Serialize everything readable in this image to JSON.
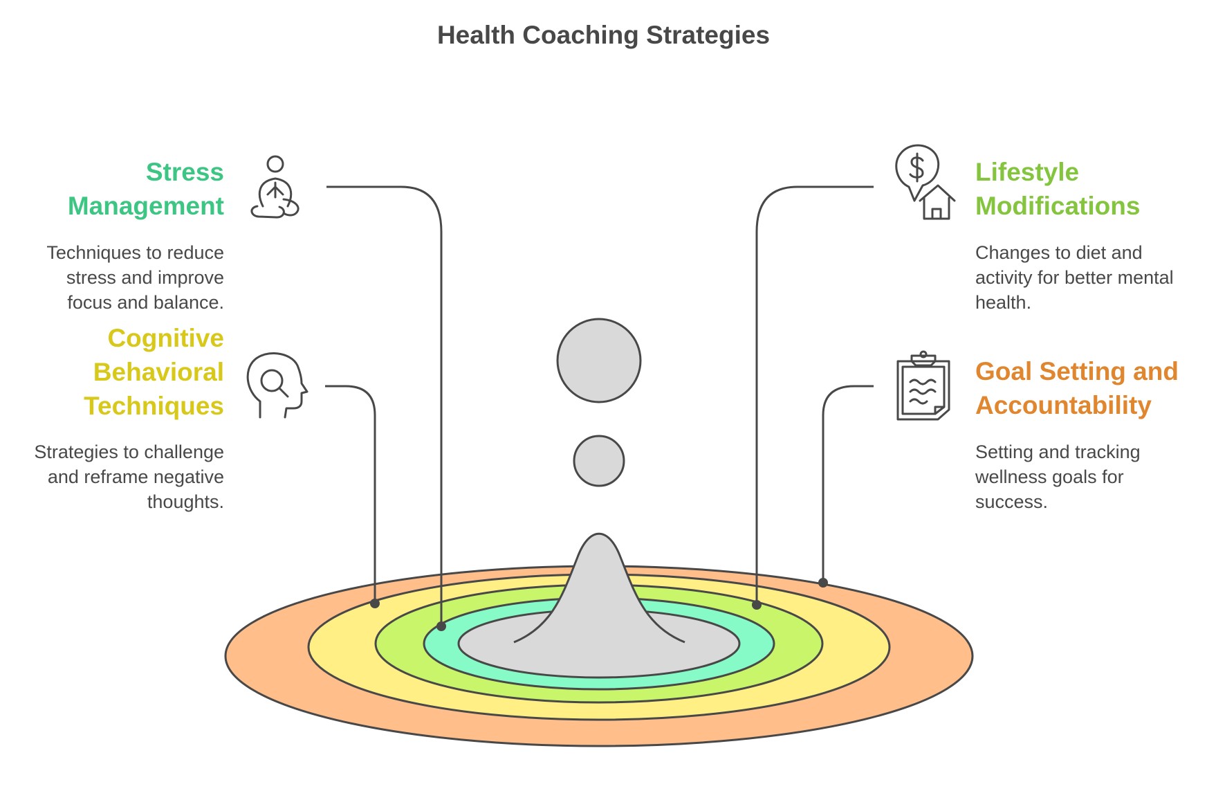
{
  "title": "Health Coaching Strategies",
  "colors": {
    "stroke": "#484848",
    "ring_outer": "#FFBE8A",
    "ring_yellow": "#FFEF85",
    "ring_green": "#C9F56A",
    "ring_teal": "#86FBC7",
    "ring_core": "#D9D9D9",
    "drop": "#D9D9D9"
  },
  "items": [
    {
      "key": "stress",
      "heading_lines": [
        "Stress",
        "Management"
      ],
      "description_lines": [
        "Techniques to reduce",
        "stress and improve",
        "focus and balance."
      ],
      "color": "#3CC583",
      "icon": "meditation-icon"
    },
    {
      "key": "cognitive",
      "heading_lines": [
        "Cognitive",
        "Behavioral",
        "Techniques"
      ],
      "description_lines": [
        "Strategies to challenge",
        "and reframe negative",
        "thoughts."
      ],
      "color": "#D7C81A",
      "icon": "head-search-icon"
    },
    {
      "key": "lifestyle",
      "heading_lines": [
        "Lifestyle",
        "Modifications"
      ],
      "description_lines": [
        "Changes to diet and",
        "activity for better mental",
        "health."
      ],
      "color": "#84C43E",
      "icon": "money-house-icon"
    },
    {
      "key": "goal",
      "heading_lines": [
        "Goal Setting and",
        "Accountability"
      ],
      "description_lines": [
        "Setting and tracking",
        "wellness goals for",
        "success."
      ],
      "color": "#E0862E",
      "icon": "clipboard-icon"
    }
  ]
}
